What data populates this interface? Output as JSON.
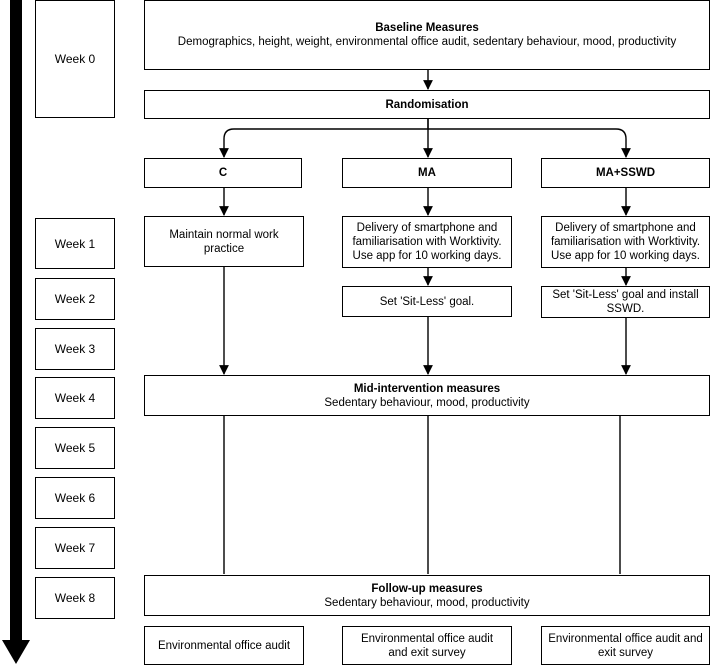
{
  "weeks": [
    "Week 0",
    "Week 1",
    "Week 2",
    "Week 3",
    "Week 4",
    "Week 5",
    "Week 6",
    "Week 7",
    "Week 8"
  ],
  "baseline": {
    "title": "Baseline Measures",
    "detail": "Demographics, height, weight, environmental office audit, sedentary behaviour, mood, productivity"
  },
  "randomisation": "Randomisation",
  "groups": {
    "c": "C",
    "ma": "MA",
    "ma_sswd": "MA+SSWD"
  },
  "week1": {
    "c": "Maintain normal work practice",
    "ma": "Delivery of smartphone and familiarisation with Worktivity. Use app for 10 working days.",
    "ma_sswd": "Delivery of smartphone and familiarisation with Worktivity. Use app for 10 working days."
  },
  "week2": {
    "ma": "Set 'Sit-Less' goal.",
    "ma_sswd": "Set 'Sit-Less' goal and install SSWD."
  },
  "mid": {
    "title": "Mid-intervention measures",
    "detail": "Sedentary behaviour, mood, productivity"
  },
  "followup": {
    "title": "Follow-up measures",
    "detail": "Sedentary behaviour, mood, productivity"
  },
  "final": {
    "c": "Environmental office audit",
    "ma": "Environmental office audit and exit survey",
    "ma_sswd": "Environmental office audit and exit survey"
  }
}
